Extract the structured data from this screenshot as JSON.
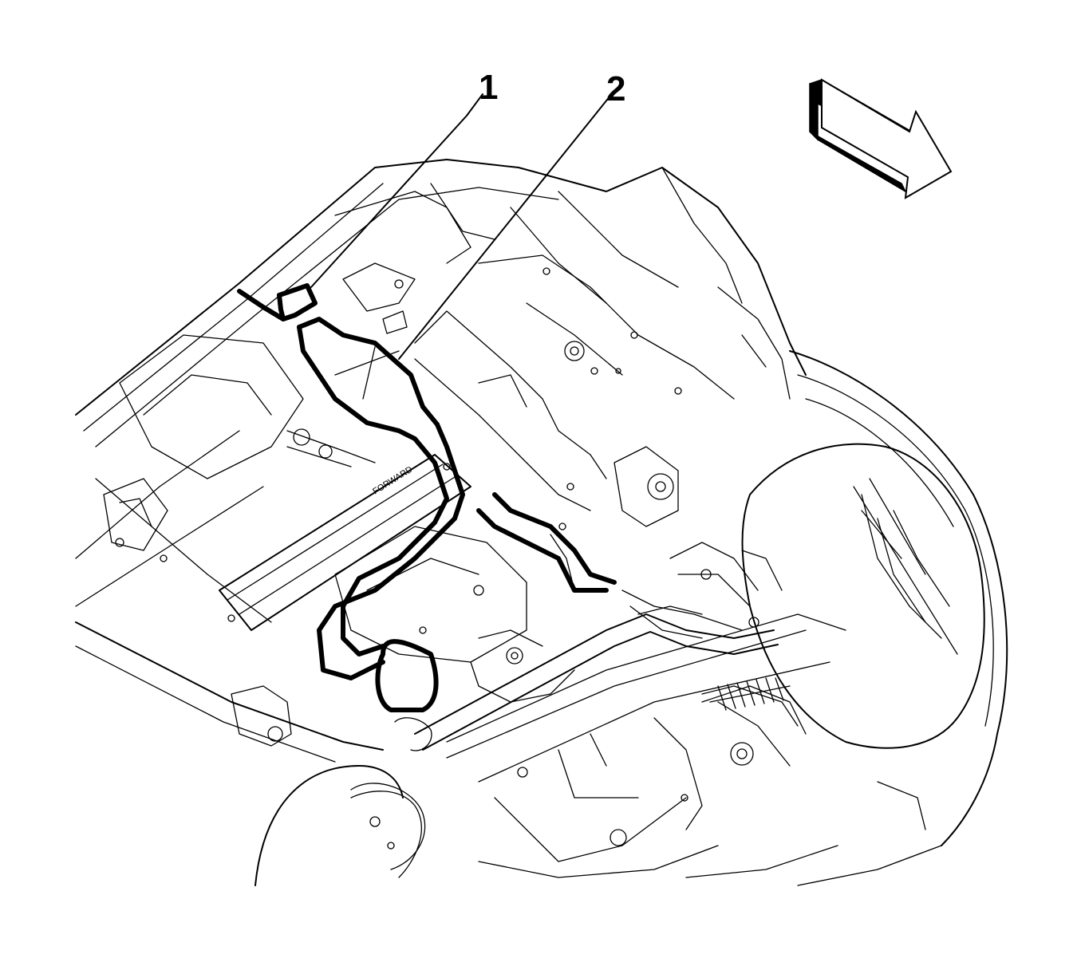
{
  "callouts": [
    {
      "number": "1"
    },
    {
      "number": "2"
    }
  ],
  "embossed_text": {
    "crossmember_label": "FORWARD"
  },
  "icons": {
    "direction_arrow": "forward-arrow-icon"
  },
  "colors": {
    "line": "#000000",
    "background": "#ffffff"
  }
}
